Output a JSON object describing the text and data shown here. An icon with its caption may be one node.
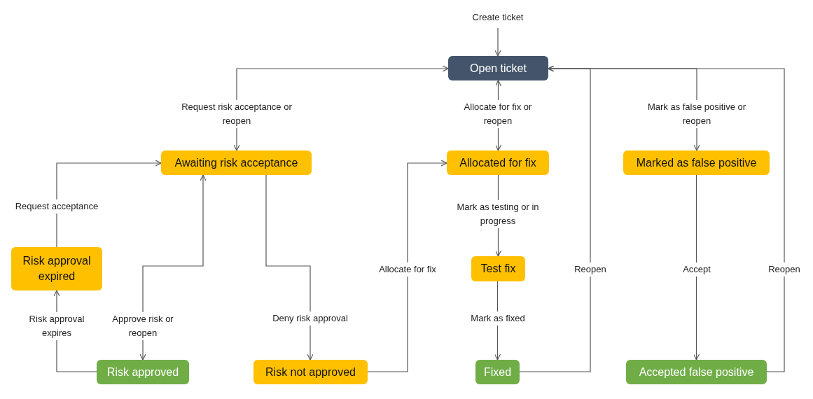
{
  "diagram": {
    "nodes": [
      {
        "text": [
          "Create ticket"
        ]
      },
      {
        "text": [
          "Open ticket"
        ]
      },
      {
        "text": [
          "Awaiting risk acceptance"
        ]
      },
      {
        "text": [
          "Allocated for fix"
        ]
      },
      {
        "text": [
          "Marked as false positive"
        ]
      },
      {
        "text": [
          "Risk approval expired"
        ]
      },
      {
        "text": [
          "Test fix"
        ]
      },
      {
        "text": [
          "Risk approved"
        ]
      },
      {
        "text": [
          "Risk not approved"
        ]
      },
      {
        "text": [
          "Fixed"
        ]
      },
      {
        "text": [
          "Accepted false positive"
        ]
      }
    ],
    "edges": [
      {
        "from": 0,
        "to": 1,
        "arrow": "to"
      },
      {
        "from": 2,
        "to": 1,
        "arrow": "both",
        "label": "Request risk acceptance or reopen"
      },
      {
        "from": 1,
        "to": 3,
        "arrow": "both",
        "label": "Allocate for fix or reopen"
      },
      {
        "from": 1,
        "to": 4,
        "arrow": "to",
        "label": "Mark as false positive or reopen"
      },
      {
        "from": 9,
        "to": 1,
        "arrow": "to",
        "label": "Reopen"
      },
      {
        "from": 10,
        "to": 1,
        "arrow": "to",
        "label": "Reopen"
      },
      {
        "from": 3,
        "to": 6,
        "arrow": "to",
        "label": "Mark as testing or in progress"
      },
      {
        "from": 6,
        "to": 9,
        "arrow": "to",
        "label": "Mark as fixed"
      },
      {
        "from": 4,
        "to": 10,
        "arrow": "to",
        "label": "Accept"
      },
      {
        "from": 2,
        "to": 8,
        "arrow": "to",
        "label": "Deny risk approval"
      },
      {
        "from": 7,
        "to": 2,
        "arrow": "both",
        "label": "Approve risk or reopen"
      },
      {
        "from": 8,
        "to": 3,
        "arrow": "to",
        "label": "Allocate for fix"
      },
      {
        "from": 7,
        "to": 5,
        "arrow": "to",
        "label": "Risk approval expires"
      },
      {
        "from": 5,
        "to": 2,
        "arrow": "to",
        "label": "Request acceptance"
      }
    ]
  }
}
